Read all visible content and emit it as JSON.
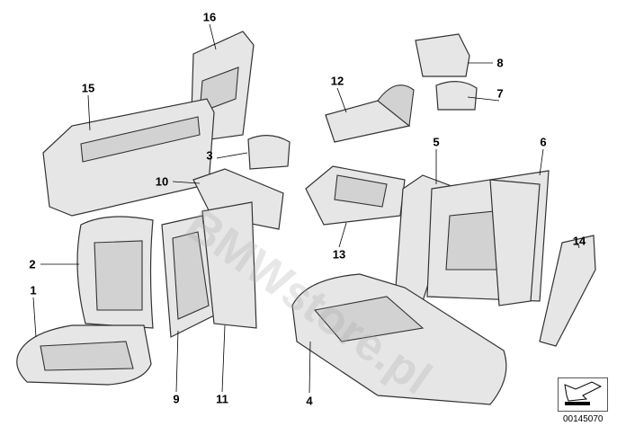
{
  "diagram": {
    "watermark": "BMWstore.pl",
    "part_number_code": "00145070",
    "labels": [
      {
        "id": "1",
        "text": "1"
      },
      {
        "id": "2",
        "text": "2"
      },
      {
        "id": "3",
        "text": "3"
      },
      {
        "id": "4",
        "text": "4"
      },
      {
        "id": "5",
        "text": "5"
      },
      {
        "id": "6",
        "text": "6"
      },
      {
        "id": "7",
        "text": "7"
      },
      {
        "id": "8",
        "text": "8"
      },
      {
        "id": "9",
        "text": "9"
      },
      {
        "id": "10",
        "text": "10"
      },
      {
        "id": "11",
        "text": "11"
      },
      {
        "id": "12",
        "text": "12"
      },
      {
        "id": "13",
        "text": "13"
      },
      {
        "id": "14",
        "text": "14"
      },
      {
        "id": "15",
        "text": "15"
      },
      {
        "id": "16",
        "text": "16"
      }
    ]
  }
}
